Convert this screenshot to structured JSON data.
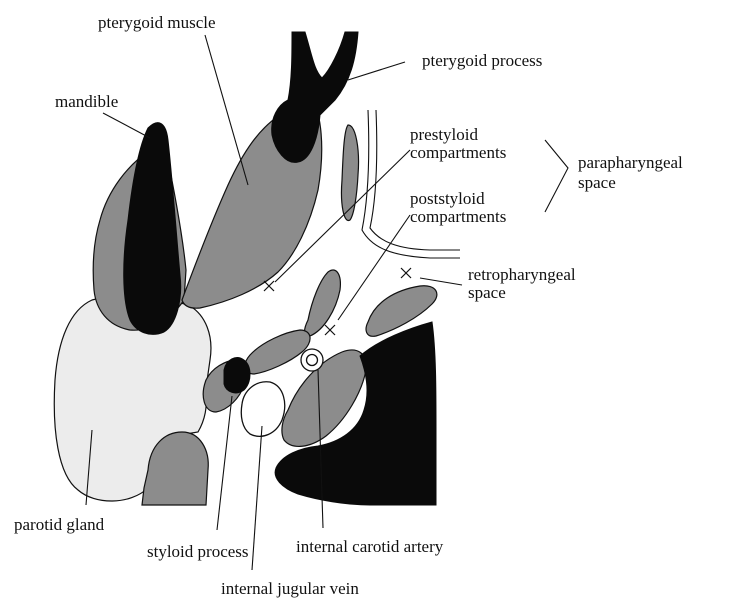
{
  "labels": {
    "pterygoid_muscle": "pterygoid muscle",
    "pterygoid_process": "pterygoid process",
    "mandible": "mandible",
    "prestyloid_1": "prestyloid",
    "prestyloid_2": "compartments",
    "poststyloid_1": "poststyloid",
    "poststyloid_2": "compartments",
    "parapharyngeal_1": "parapharyngeal",
    "parapharyngeal_2": "space",
    "retropharyngeal_1": "retropharyngeal",
    "retropharyngeal_2": "space",
    "parotid_gland": "parotid gland",
    "styloid_process": "styloid process",
    "internal_carotid_artery": "internal carotid artery",
    "internal_jugular_vein": "internal jugular vein"
  },
  "colors": {
    "muscle_gray": "#8c8c8c",
    "bone_black": "#0a0a0a",
    "gland_light": "#ececec"
  }
}
